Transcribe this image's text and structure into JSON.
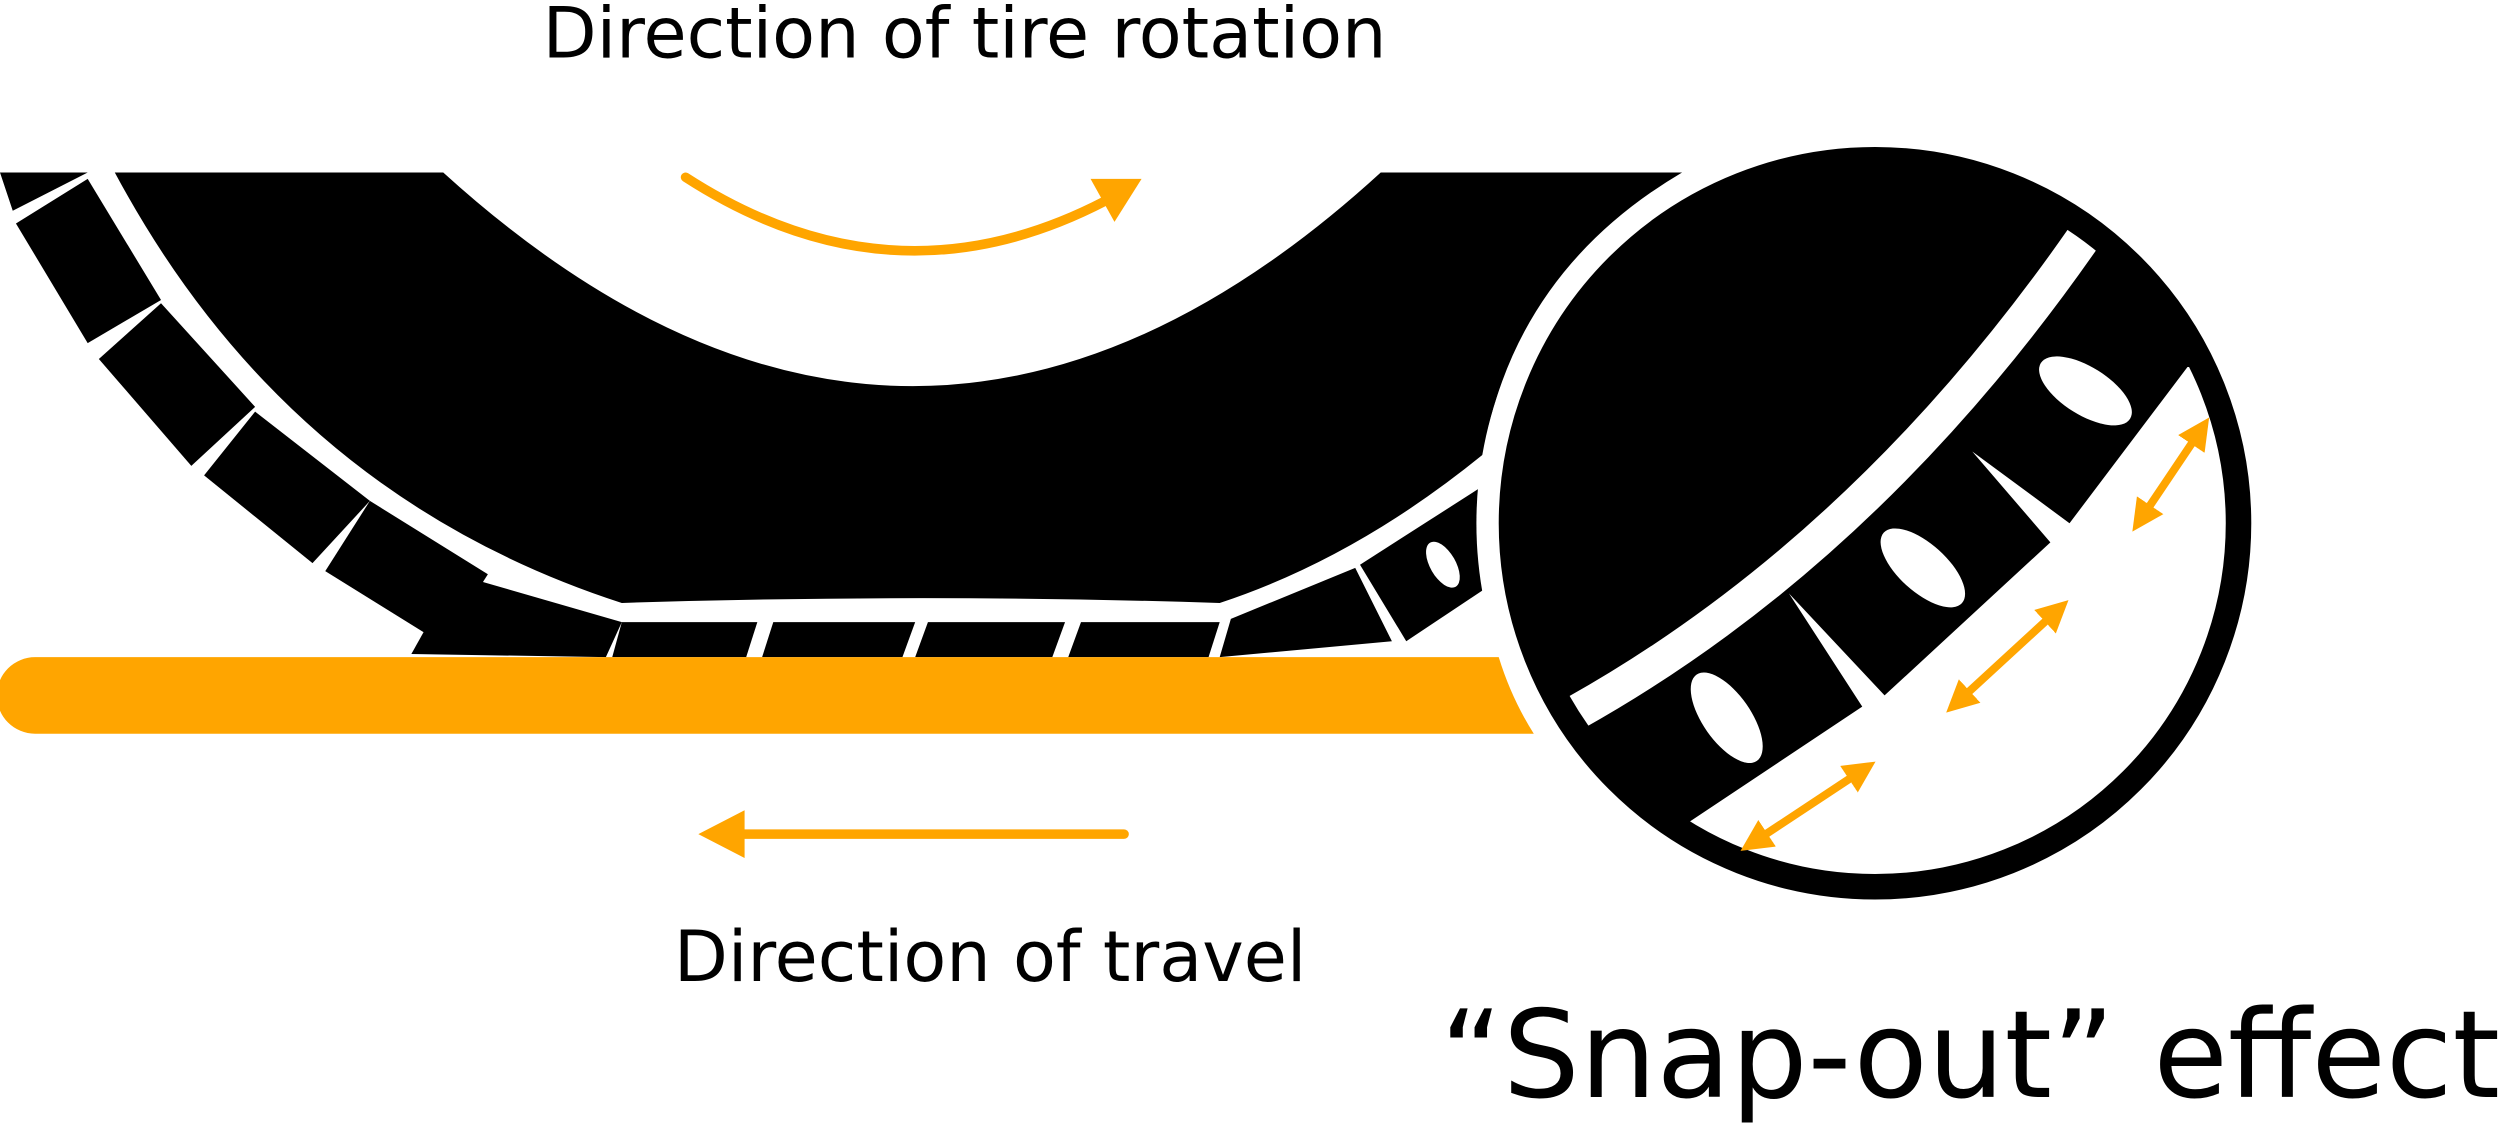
{
  "labels": {
    "rotation": "Direction of tire rotation",
    "travel": "Direction of travel",
    "effect": "“Snap-out” effect"
  },
  "colors": {
    "accent": "#FFA500",
    "tire": "#000000",
    "background": "#FFFFFF"
  },
  "icons": [
    "curved-arrow-right",
    "arrow-left",
    "double-headed-arrow"
  ]
}
